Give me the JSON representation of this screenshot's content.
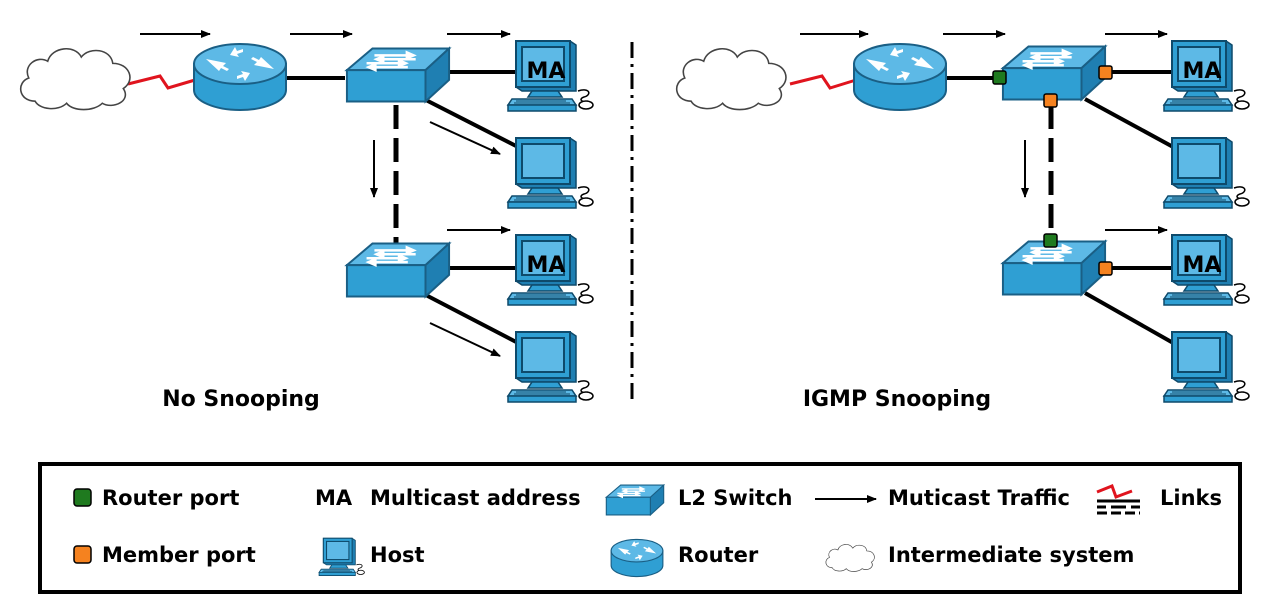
{
  "panels": {
    "left_title": "No Snooping",
    "right_title": "IGMP Snooping"
  },
  "host_label": "MA",
  "legend": {
    "router_port": "Router port",
    "member_port": "Member port",
    "ma_abbr": "MA",
    "multicast_address": "Multicast address",
    "host": "Host",
    "l2_switch": "L2 Switch",
    "router": "Router",
    "multicast_traffic": "Muticast Traffic",
    "intermediate_system": "Intermediate system",
    "links": "Links"
  },
  "colors": {
    "device_blue": "#2f9fd3",
    "device_dark": "#1a5f85",
    "router_port": "#1f7a1f",
    "member_port": "#f5821f",
    "wan_link": "#e0141e"
  }
}
